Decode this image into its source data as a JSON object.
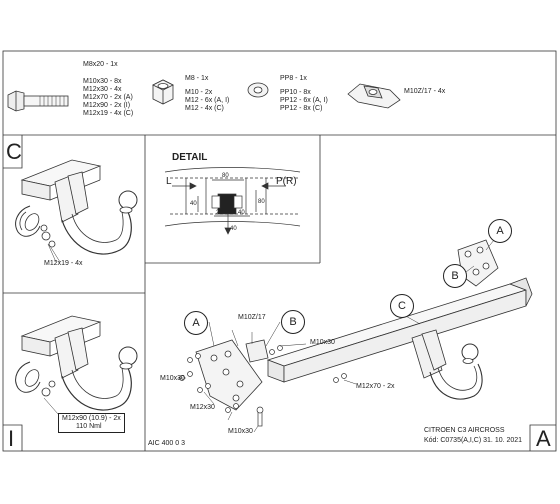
{
  "bolts_row": {
    "bolt_m8x20": "M8x20 - 1x",
    "bolt_list": [
      "M10x30 - 8x",
      "M12x30 - 4x",
      "M12x70 - 2x (A)",
      "M12x90 - 2x (I)",
      "M12x19 - 4x (C)"
    ],
    "nuts": [
      "M8 - 1x",
      "M10 - 2x",
      "M12 - 6x (A, I)",
      "M12 - 4x (C)"
    ],
    "washers": [
      "PP8 - 1x",
      "PP10 - 8x",
      "PP12 - 6x (A, I)",
      "PP12 - 8x (C)"
    ],
    "clip": "M10Z/17 - 4x"
  },
  "panel_c": {
    "letter": "C",
    "bolt_label": "M12x19 - 4x"
  },
  "panel_i": {
    "letter": "I",
    "bolt_label_lines": [
      "M12x90 (10.9) - 2x",
      "110 Nml"
    ]
  },
  "detail": {
    "title": "DETAIL",
    "left_label": "L",
    "right_label": "P(R)",
    "dims": [
      "80",
      "20",
      "40",
      "40",
      "80",
      "40"
    ]
  },
  "main_assembly": {
    "callouts": [
      "A",
      "B",
      "C",
      "A",
      "B"
    ],
    "labels": {
      "clip": "M10Z/17",
      "m10x30_top": "M10x30",
      "m10x30_left": "M10x30",
      "m12x30": "M12x30",
      "m10x30_bottom": "M10x30",
      "m12x70": "M12x70 - 2x"
    }
  },
  "footer": {
    "model": "CITROEN C3 AIRCROSS",
    "code": "Kód: C0735(A,I,C)  31. 10. 2021",
    "drawing_no": "AIC 400 0 3",
    "sheet_letter": "A"
  }
}
